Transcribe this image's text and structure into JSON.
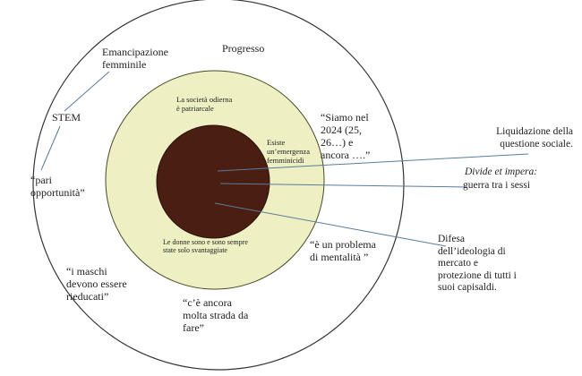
{
  "colors": {
    "outer_ring_fill": "#ffffff",
    "outer_ring_stroke": "#333333",
    "middle_ring_fill": "#eef0c4",
    "middle_ring_stroke": "#4a4a2a",
    "core_fill": "#4a1f12",
    "core_stroke": "#2a0f08",
    "connector_stroke": "#5b7b9e",
    "text": "#222222"
  },
  "outer_ring": {
    "labels": {
      "progresso": "Progresso",
      "emancipazione": "Emancipazione\nfemminile",
      "stem": "STEM",
      "pari_opportunita": "“pari\nopportunità”",
      "maschi_rieducati": "“i maschi\ndevono essere\nrieducati”",
      "strada_da_fare": "“c’è ancora\nmolta strada da\nfare”",
      "problema_mentalita": "“è un problema\ndi mentalità ”",
      "siamo_nel_2024": "“Siamo nel\n2024 (25,\n26…) e\nancora ….”"
    }
  },
  "middle_ring": {
    "labels": {
      "societa_patriarcale": "La società odierna\nè patriarcale",
      "emergenza_femminicidi": "Esiste\nun’emergenza\nfemminicidi",
      "donne_svantaggiate": "Le donne sono e sono sempre\nstate solo svantaggiate"
    }
  },
  "outside_labels": {
    "liquidazione": "Liquidazione della\nquestione sociale.",
    "divide_et_impera": "Divide et impera:",
    "guerra_tra_sessi": "guerra tra i sessi",
    "difesa_ideologia": "Difesa\ndell’ideologia di\nmercato e\nprotezione di tutti i\nsuoi capisaldi."
  }
}
